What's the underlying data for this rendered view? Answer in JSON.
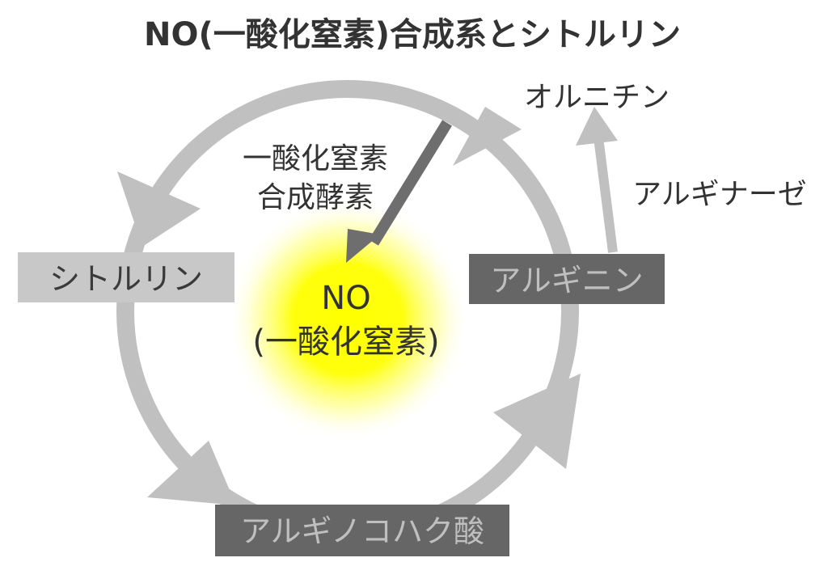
{
  "title": "NO(一酸化窒素)合成系とシトルリン",
  "center": {
    "line1": "NO",
    "line2": "(一酸化窒素)"
  },
  "enzyme_label": {
    "line1": "一酸化窒素",
    "line2": "合成酵素"
  },
  "boxes": {
    "citrulline": "シトルリン",
    "arginine": "アルギニン",
    "argininosuccinate": "アルギノコハク酸"
  },
  "ornithine": "オルニチン",
  "arginase": "アルギナーゼ",
  "colors": {
    "cycle": "#c0c0c0",
    "light_box": "#c8c8c8",
    "dark_box": "#666666",
    "enzyme_arrow": "#6e6e6e",
    "glow": "#ffff00",
    "text": "#333333"
  }
}
